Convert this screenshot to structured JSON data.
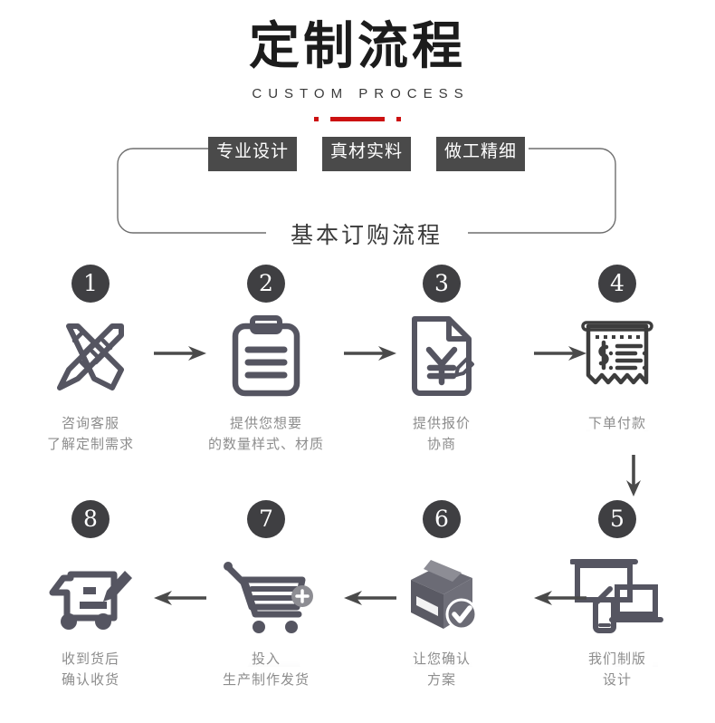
{
  "header": {
    "title": "定制流程",
    "subtitle": "CUSTOM PROCESS",
    "accent_color": "#cc1111"
  },
  "banner": {
    "tags": [
      {
        "label": "专业设计"
      },
      {
        "label": "真材实料"
      },
      {
        "label": "做工精细"
      }
    ],
    "frame_label": "基本订购流程",
    "tag_bg_color": "#4a4a4a",
    "tag_text_color": "#ffffff",
    "frame_border_color": "#6e6e6e"
  },
  "process": {
    "badge_color": "#3f3f42",
    "icon_color": "#555561",
    "label_color": "#8d8d8d",
    "arrow_color": "#4a4a4a",
    "row1": [
      {
        "number": "1",
        "icon": "ruler-pencil-icon",
        "line1": "咨询客服",
        "line2": "了解定制需求"
      },
      {
        "number": "2",
        "icon": "clipboard-icon",
        "line1": "提供您想要",
        "line2": "的数量样式、材质"
      },
      {
        "number": "3",
        "icon": "quote-document-icon",
        "line1": "提供报价",
        "line2": "协商"
      },
      {
        "number": "4",
        "icon": "receipt-icon",
        "line1": "下单付款",
        "line2": ""
      }
    ],
    "row2": [
      {
        "number": "8",
        "icon": "delivery-truck-icon",
        "line1": "收到货后",
        "line2": "确认收货"
      },
      {
        "number": "7",
        "icon": "shopping-cart-icon",
        "line1": "投入",
        "line2": "生产制作发货"
      },
      {
        "number": "6",
        "icon": "package-check-icon",
        "line1": "让您确认",
        "line2": "方案"
      },
      {
        "number": "5",
        "icon": "devices-design-icon",
        "line1": "我们制版",
        "line2": "设计"
      }
    ],
    "arrows": {
      "right": "arrow-right-icon",
      "left": "arrow-left-icon",
      "down": "arrow-down-icon"
    }
  }
}
